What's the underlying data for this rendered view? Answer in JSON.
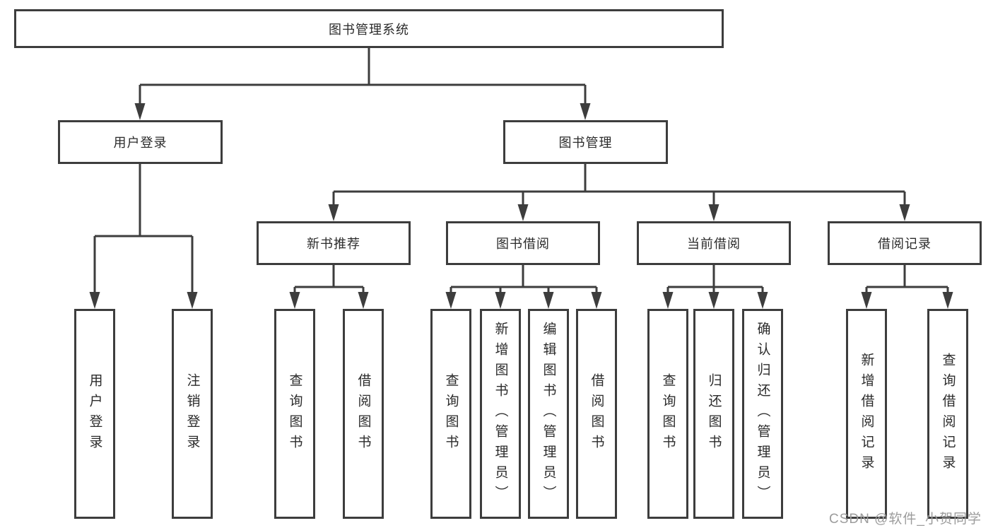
{
  "diagram": {
    "type": "tree",
    "root": {
      "label": "图书管理系统",
      "children": [
        {
          "label": "用户登录",
          "children": [
            {
              "label": "用户登录"
            },
            {
              "label": "注销登录"
            }
          ]
        },
        {
          "label": "图书管理",
          "children": [
            {
              "label": "新书推荐",
              "children": [
                {
                  "label": "查询图书"
                },
                {
                  "label": "借阅图书"
                }
              ]
            },
            {
              "label": "图书借阅",
              "children": [
                {
                  "label": "查询图书"
                },
                {
                  "label": "新增图书（管理员）"
                },
                {
                  "label": "编辑图书（管理员）"
                },
                {
                  "label": "借阅图书"
                }
              ]
            },
            {
              "label": "当前借阅",
              "children": [
                {
                  "label": "查询图书"
                },
                {
                  "label": "归还图书"
                },
                {
                  "label": "确认归还（管理员）"
                }
              ]
            },
            {
              "label": "借阅记录",
              "children": [
                {
                  "label": "新增借阅记录"
                },
                {
                  "label": "查询借阅记录"
                }
              ]
            }
          ]
        }
      ]
    }
  },
  "watermark": {
    "text": "CSDN @软件_小贺同学"
  },
  "colors": {
    "background": "#ffffff",
    "box_fill": "#ffffff",
    "box_border": "#3d3d3d",
    "line": "#3d3d3d",
    "text": "#2b2b2b",
    "watermark": "#9c9c9c"
  }
}
